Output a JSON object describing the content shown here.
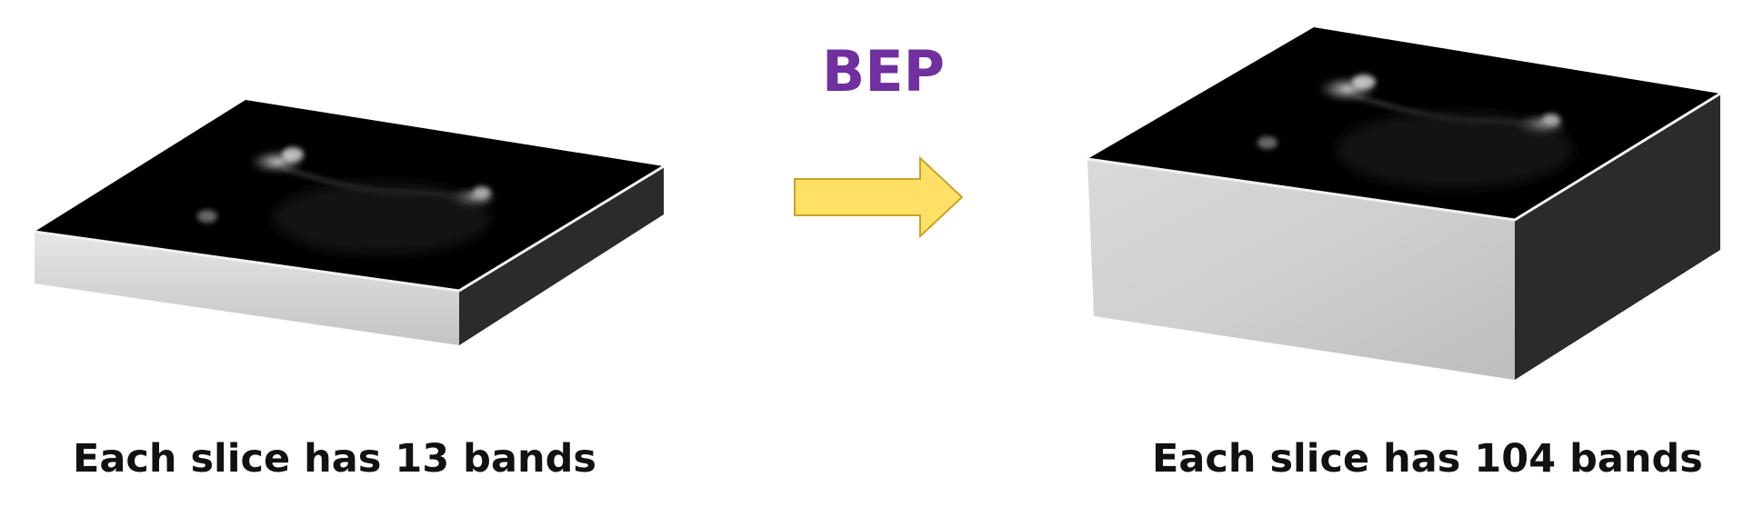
{
  "transform": {
    "label": "BEP",
    "label_color": "#7030a0",
    "arrow_fill": "#ffe066",
    "arrow_stroke": "#c9a227"
  },
  "input": {
    "caption": "Each slice has 13 bands"
  },
  "output": {
    "caption": "Each slice has 104 bands"
  },
  "colors": {
    "top_face": "#000000",
    "front_face": "#d0d0d0",
    "side_face": "#2b2b2b",
    "edge_light": "#f2f2f2"
  }
}
